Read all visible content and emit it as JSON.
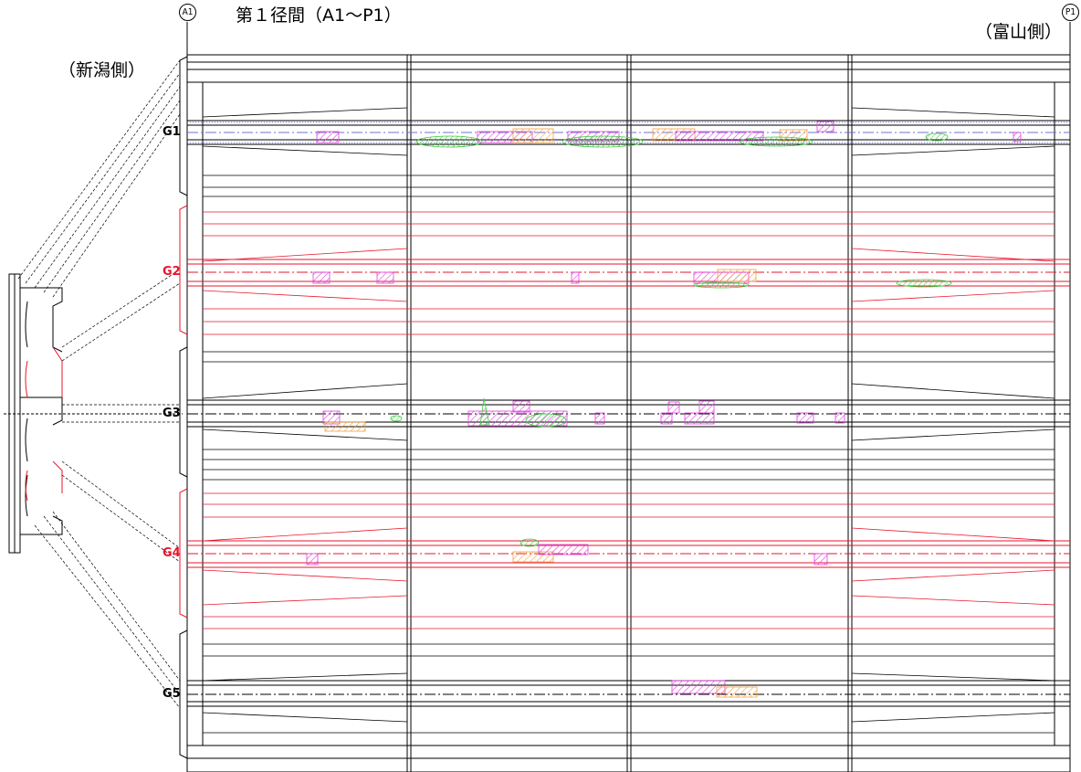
{
  "title": "第１径間（A1～P1）",
  "side_left": "（新潟側）",
  "side_right": "（富山側）",
  "axis_labels": {
    "start": "A1",
    "end": "P1"
  },
  "girders": [
    {
      "label": "G1",
      "color": "#000000"
    },
    {
      "label": "G2",
      "color": "#e8162c"
    },
    {
      "label": "G3",
      "color": "#000000"
    },
    {
      "label": "G4",
      "color": "#e8162c"
    },
    {
      "label": "G5",
      "color": "#000000"
    }
  ],
  "legend_colors": {
    "structure": "#000000",
    "highlighted_girder": "#e8162c",
    "damage_magenta": "#e040e0",
    "damage_orange": "#f4a040",
    "damage_green": "#3cc83c",
    "girder_centerline": "#7070d0"
  }
}
